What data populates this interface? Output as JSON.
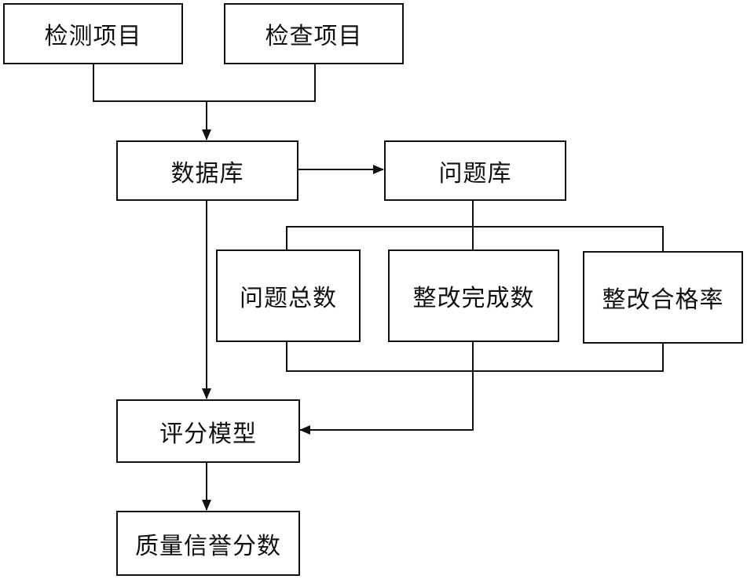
{
  "nodes": {
    "inspection_items": "检测项目",
    "check_items": "检查项目",
    "database": "数据库",
    "problem_library": "问题库",
    "total_problems": "问题总数",
    "rectification_completed": "整改完成数",
    "rectification_pass_rate": "整改合格率",
    "scoring_model": "评分模型",
    "quality_credit_score": "质量信誉分数"
  },
  "edges": [
    {
      "from": "inspection_items",
      "to": "database"
    },
    {
      "from": "check_items",
      "to": "database"
    },
    {
      "from": "database",
      "to": "problem_library"
    },
    {
      "from": "database",
      "to": "scoring_model"
    },
    {
      "from": "problem_library",
      "to": "total_problems"
    },
    {
      "from": "problem_library",
      "to": "rectification_completed"
    },
    {
      "from": "problem_library",
      "to": "rectification_pass_rate"
    },
    {
      "from": "total_problems",
      "to": "scoring_model"
    },
    {
      "from": "rectification_completed",
      "to": "scoring_model"
    },
    {
      "from": "rectification_pass_rate",
      "to": "scoring_model"
    },
    {
      "from": "scoring_model",
      "to": "quality_credit_score"
    }
  ]
}
